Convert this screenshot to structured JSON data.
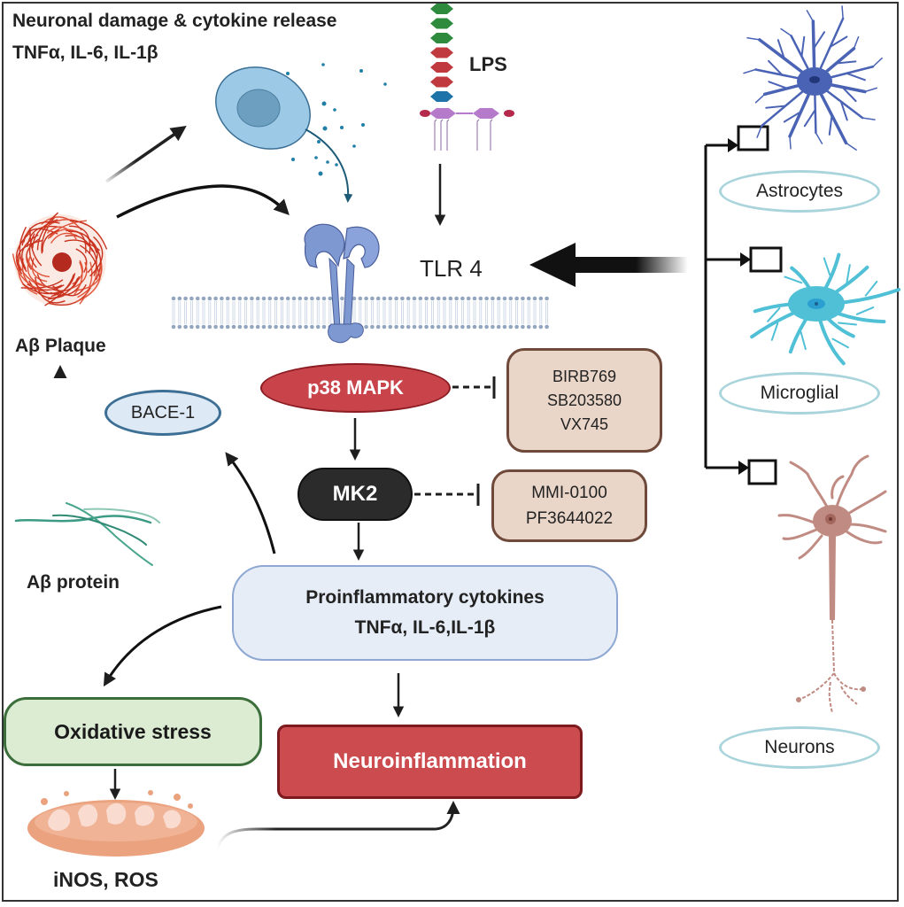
{
  "figure": {
    "top_labels": {
      "line1": "Neuronal damage & cytokine release",
      "line2": "TNFα, IL-6, IL-1β"
    },
    "lps_label": "LPS",
    "receptor_label": "TLR 4",
    "plaque_label": "Aβ Plaque",
    "protein_label": "Aβ protein",
    "bace_label": "BACE-1",
    "p38_label": "p38 MAPK",
    "mk2_label": "MK2",
    "p38_inhibitors": [
      "BIRB769",
      "SB203580",
      "VX745"
    ],
    "mk2_inhibitors": [
      "MMI-0100",
      "PF3644022"
    ],
    "cytokines": {
      "line1": "Proinflammatory cytokines",
      "line2": "TNFα, IL-6,IL-1β"
    },
    "oxidative_label": "Oxidative stress",
    "neuroinflammation_label": "Neuroinflammation",
    "mito_label": "iNOS, ROS",
    "cell_types": [
      "Astrocytes",
      "Microglial",
      "Neurons"
    ],
    "lps_chain_colors": [
      "#2e8b3e",
      "#2e8b3e",
      "#2e8b3e",
      "#c0393f",
      "#c0393f",
      "#c0393f",
      "#1e74a8"
    ],
    "colors": {
      "p38": "#c8434a",
      "mk2": "#2b2b2b",
      "inhibitor_fill": "#ead6c9",
      "cytokine_fill": "#e6edf7",
      "oxidative_fill": "#dbecd3",
      "neuro_fill": "#cc4b4f",
      "astrocyte": "#4a63b5",
      "microglia": "#4fc0d6",
      "neuron": "#c08b82",
      "plaque": "#c8321e"
    }
  }
}
